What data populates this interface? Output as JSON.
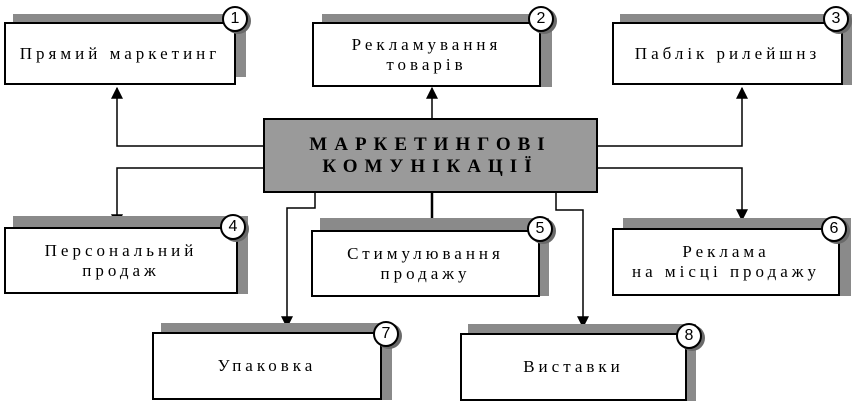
{
  "diagram": {
    "center": {
      "line1": "МАРКЕТИНГОВІ",
      "line2": "КОМУНІКАЦІЇ"
    },
    "nodes": [
      {
        "number": "1",
        "line1": "Прямий маркетинг",
        "line2": ""
      },
      {
        "number": "2",
        "line1": "Рекламування",
        "line2": "товарів"
      },
      {
        "number": "3",
        "line1": "Паблік рилейшнз",
        "line2": ""
      },
      {
        "number": "4",
        "line1": "Персональний",
        "line2": "продаж"
      },
      {
        "number": "5",
        "line1": "Стимулювання",
        "line2": "продажу"
      },
      {
        "number": "6",
        "line1": "Реклама",
        "line2": "на місці продажу"
      },
      {
        "number": "7",
        "line1": "Упаковка",
        "line2": ""
      },
      {
        "number": "8",
        "line1": "Виставки",
        "line2": ""
      }
    ],
    "colors": {
      "center_fill": "#9a9a9a",
      "shadow": "#8a8a8a",
      "line": "#000000"
    }
  }
}
